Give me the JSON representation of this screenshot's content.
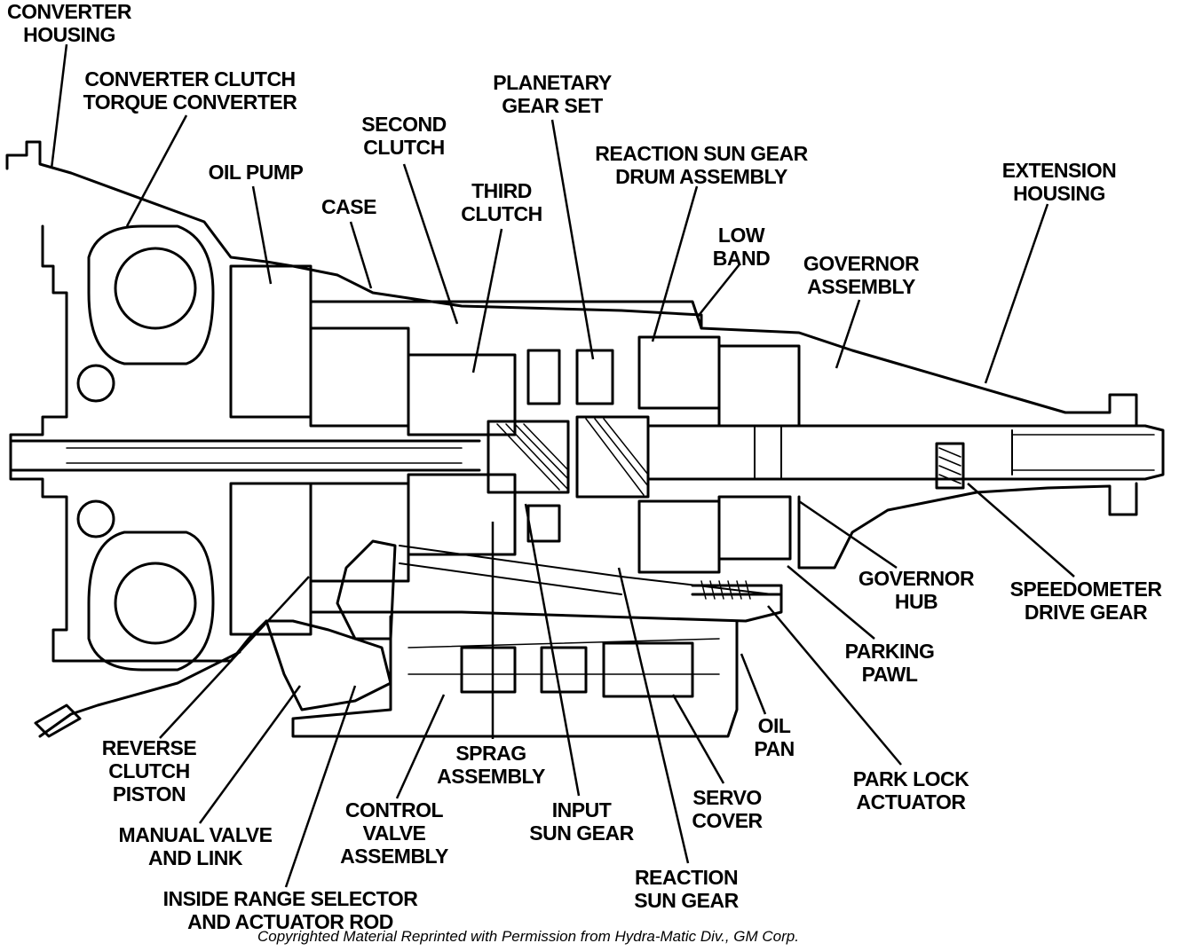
{
  "diagram": {
    "labels": {
      "converter_housing": [
        "CONVERTER",
        "HOUSING"
      ],
      "converter_clutch": [
        "CONVERTER CLUTCH",
        "TORQUE CONVERTER"
      ],
      "oil_pump": [
        "OIL PUMP"
      ],
      "case": [
        "CASE"
      ],
      "second_clutch": [
        "SECOND",
        "CLUTCH"
      ],
      "third_clutch": [
        "THIRD",
        "CLUTCH"
      ],
      "planetary_gear_set": [
        "PLANETARY",
        "GEAR SET"
      ],
      "reaction_sun_gear_drum": [
        "REACTION SUN GEAR",
        "DRUM ASSEMBLY"
      ],
      "low_band": [
        "LOW",
        "BAND"
      ],
      "governor_assembly": [
        "GOVERNOR",
        "ASSEMBLY"
      ],
      "extension_housing": [
        "EXTENSION",
        "HOUSING"
      ],
      "governor_hub": [
        "GOVERNOR",
        "HUB"
      ],
      "speedometer_drive_gear": [
        "SPEEDOMETER",
        "DRIVE GEAR"
      ],
      "parking_pawl": [
        "PARKING",
        "PAWL"
      ],
      "oil_pan": [
        "OIL",
        "PAN"
      ],
      "park_lock_actuator": [
        "PARK LOCK",
        "ACTUATOR"
      ],
      "reverse_clutch_piston": [
        "REVERSE",
        "CLUTCH",
        "PISTON"
      ],
      "manual_valve": [
        "MANUAL VALVE",
        "AND LINK"
      ],
      "inside_range_selector": [
        "INSIDE RANGE SELECTOR",
        "AND ACTUATOR ROD"
      ],
      "control_valve_assembly": [
        "CONTROL",
        "VALVE",
        "ASSEMBLY"
      ],
      "sprag_assembly": [
        "SPRAG",
        "ASSEMBLY"
      ],
      "input_sun_gear": [
        "INPUT",
        "SUN GEAR"
      ],
      "servo_cover": [
        "SERVO",
        "COVER"
      ],
      "reaction_sun_gear": [
        "REACTION",
        "SUN GEAR"
      ]
    },
    "credit": "Copyrighted Material Reprinted with Permission from Hydra-Matic Div., GM Corp."
  }
}
